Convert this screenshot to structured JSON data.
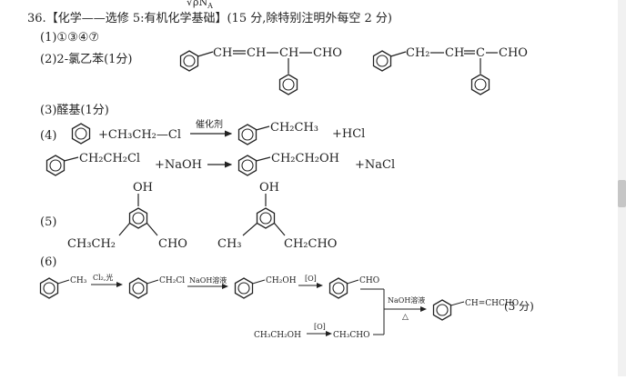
{
  "header_fragment": "√ρN",
  "header_fragment_sub": "A",
  "question": {
    "number": "36.",
    "title": "【化学——选修 5:有机化学基础】",
    "score_note": "(15 分,除特别注明外每空 2 分)"
  },
  "part1": {
    "label": "(1)",
    "answer": "①③④⑦"
  },
  "part2": {
    "label": "(2)",
    "answer": "2-氯乙苯(1分)",
    "struct1": {
      "ch1": "CH",
      "ch2": "CH",
      "ch3": "CH",
      "cho": "CHO"
    },
    "struct2": {
      "ch2": "CH₂",
      "ch": "CH",
      "c": "C",
      "cho": "CHO"
    }
  },
  "part3": {
    "label": "(3)",
    "answer": "醛基(1分)"
  },
  "part4": {
    "label": "(4)",
    "r1_reagent": "+CH₃CH₂—Cl",
    "r1_catalyst": "催化剂",
    "r1_product": "CH₂CH₃",
    "r1_byproduct": "+HCl",
    "r2_reactant": "CH₂CH₂Cl",
    "r2_reagent": "+NaOH",
    "r2_product": "CH₂CH₂OH",
    "r2_byproduct": "+NaCl"
  },
  "part5": {
    "label": "(5)",
    "s1_oh": "OH",
    "s1_left": "CH₃CH₂",
    "s1_right": "CHO",
    "s2_oh": "OH",
    "s2_left": "CH₃",
    "s2_right": "CH₂CHO"
  },
  "part6": {
    "label": "(6)",
    "m1_group": "CH₃",
    "step1": "Cl₂,光",
    "m2_group": "CH₂Cl",
    "step2": "NaOH溶液",
    "m3_group": "CH₂OH",
    "step3": "[O]",
    "m4_group": "CHO",
    "step4_top": "NaOH溶液",
    "step4_bottom": "△",
    "product_group": "CH=CHCHO",
    "score": "(3 分)",
    "ethanol": "CH₃CH₂OH",
    "step5": "[O]",
    "acetaldehyde": "CH₃CHO"
  }
}
